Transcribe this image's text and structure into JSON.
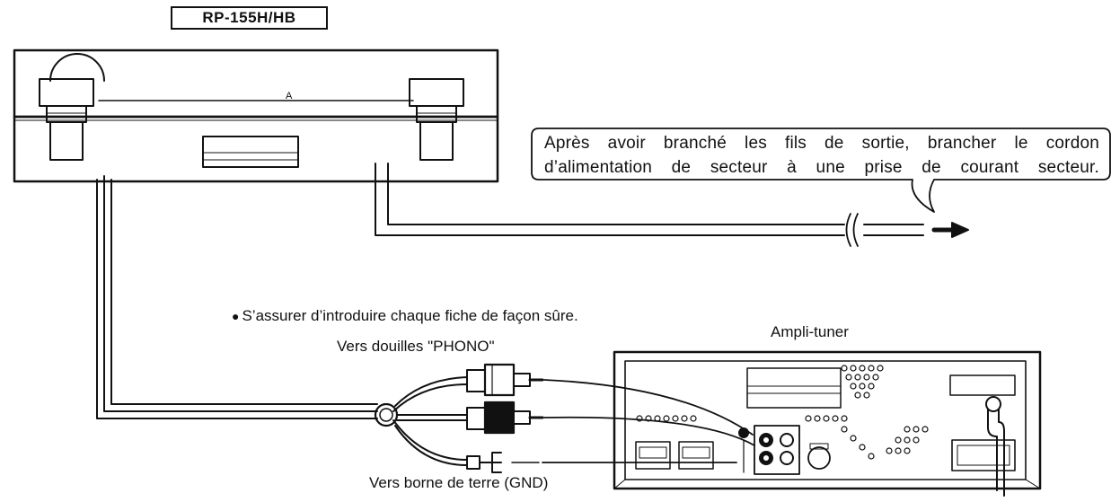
{
  "model_label": "RP-155H/HB",
  "callout": {
    "line1": "Après avoir branché les fils de sortie, brancher le cordon",
    "line2": "d’alimentation de secteur à une prise de courant secteur."
  },
  "note": {
    "bullet": "●",
    "text": "S’assurer d’introduire chaque fiche de façon sûre."
  },
  "phono_label": "Vers douilles \"PHONO\"",
  "amp_label": "Ampli-tuner",
  "gnd_label": "Vers borne de terre (GND)",
  "colors": {
    "line": "#111111",
    "background": "#ffffff"
  }
}
